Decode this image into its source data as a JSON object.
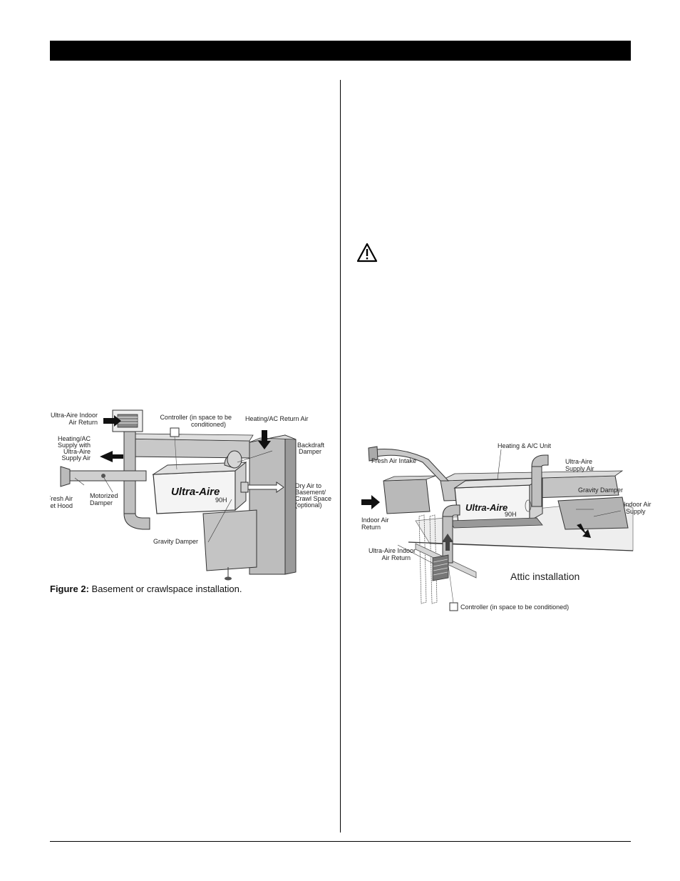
{
  "figure2": {
    "caption_label": "Figure 2:",
    "caption_text": " Basement or crawlspace installation.",
    "labels": {
      "indoor_return_1": "Ultra-Aire Indoor",
      "indoor_return_2": "Air Return",
      "controller_1": "Controller (in space to be",
      "controller_2": "conditioned)",
      "hvac_return": "Heating/AC Return Air",
      "hvac_supply_1": "Heating/AC",
      "hvac_supply_2": "Supply with",
      "hvac_supply_3": "Ultra-Aire",
      "hvac_supply_4": "Supply Air",
      "backdraft_1": "Backdraft",
      "backdraft_2": "Damper",
      "dry_air_1": "Dry Air to",
      "dry_air_2": "Basement/",
      "dry_air_3": "Crawl Space",
      "dry_air_4": "(optional)",
      "fresh_hood_1": "Fresh Air",
      "fresh_hood_2": "Inlet Hood",
      "motorized_1": "Motorized",
      "motorized_2": "Damper",
      "gravity": "Gravity Damper",
      "brand": "Ultra-Aire",
      "model": "90H"
    }
  },
  "figure_attic": {
    "labels": {
      "hvac_unit": "Heating & A/C Unit",
      "fresh_intake": "Fresh Air Intake",
      "supply_1": "Ultra-Aire",
      "supply_2": "Supply Air",
      "gravity": "Gravity Damper",
      "indoor_supply_1": "Indoor Air",
      "indoor_supply_2": "Supply",
      "indoor_return_1": "Indoor Air",
      "indoor_return_2": "Return",
      "ua_return_1": "Ultra-Aire Indoor",
      "ua_return_2": "Air Return",
      "attic": "Attic installation",
      "controller": "Controller (in space to be conditioned)",
      "brand": "Ultra-Aire",
      "model": "90H"
    }
  }
}
